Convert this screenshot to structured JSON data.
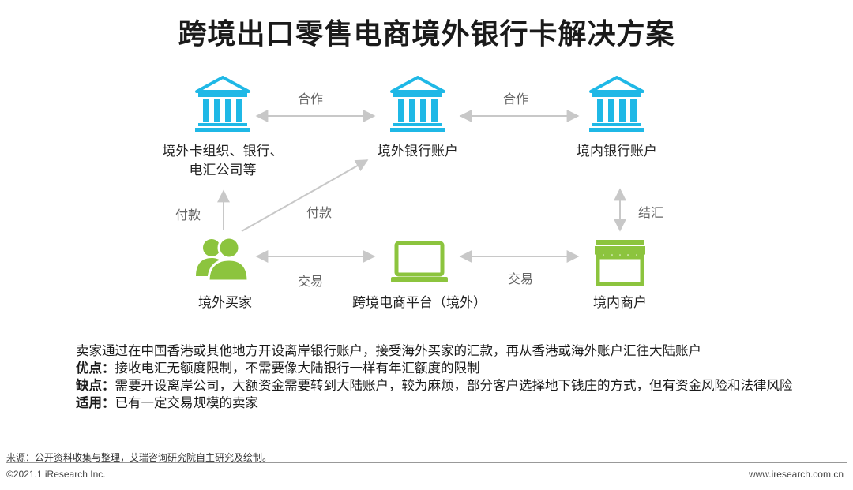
{
  "title": "跨境出口零售电商境外银行卡解决方案",
  "colors": {
    "bank": "#1fb8e6",
    "buyer": "#8cc43e",
    "arrow": "#c8c8c8"
  },
  "nodes": {
    "foreign_org": {
      "label_line1": "境外卡组织、银行、",
      "label_line2": "电汇公司等",
      "icon": "bank-icon"
    },
    "foreign_account": {
      "label": "境外银行账户",
      "icon": "bank-icon"
    },
    "domestic_account": {
      "label": "境内银行账户",
      "icon": "bank-icon"
    },
    "buyer": {
      "label": "境外买家",
      "icon": "user-group-icon"
    },
    "platform": {
      "label": "跨境电商平台（境外）",
      "icon": "laptop-icon"
    },
    "merchant": {
      "label": "境内商户",
      "icon": "shop-icon"
    }
  },
  "edges": {
    "coop1": "合作",
    "coop2": "合作",
    "pay1": "付款",
    "pay2": "付款",
    "settle": "结汇",
    "trade1": "交易",
    "trade2": "交易"
  },
  "description": {
    "intro": "卖家通过在中国香港或其他地方开设离岸银行账户，接受海外买家的汇款，再从香港或海外账户汇往大陆账户",
    "pros_label": "优点：",
    "pros": "接收电汇无额度限制，不需要像大陆银行一样有年汇额度的限制",
    "cons_label": "缺点：",
    "cons": "需要开设离岸公司，大额资金需要转到大陆账户，较为麻烦，部分客户选择地下钱庄的方式，但有资金风险和法律风险",
    "fit_label": "适用：",
    "fit": "已有一定交易规模的卖家"
  },
  "footer": {
    "source": "来源：公开资料收集与整理，艾瑞咨询研究院自主研究及绘制。",
    "copyright": "©2021.1 iResearch Inc.",
    "website": "www.iresearch.com.cn"
  }
}
